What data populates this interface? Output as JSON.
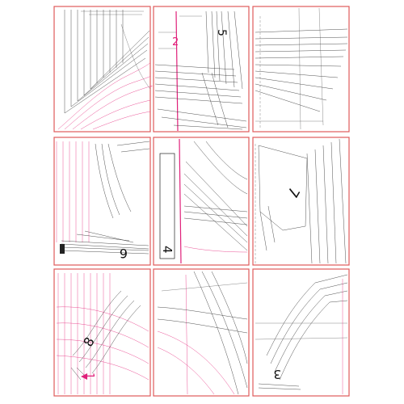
{
  "sheet": {
    "piece_numbers": [
      {
        "id": "piece-2",
        "label": "2",
        "color": "#e0207a"
      },
      {
        "id": "piece-5",
        "label": "5",
        "color": "#111111"
      },
      {
        "id": "piece-7",
        "label": "7",
        "color": "#111111"
      },
      {
        "id": "piece-4",
        "label": "4",
        "color": "#111111"
      },
      {
        "id": "piece-6",
        "label": "6",
        "color": "#111111"
      },
      {
        "id": "piece-8",
        "label": "8",
        "color": "#111111"
      },
      {
        "id": "piece-1",
        "label": "1",
        "color": "#e0207a"
      },
      {
        "id": "piece-3",
        "label": "3",
        "color": "#111111"
      }
    ],
    "frame_color": "#e05a5a",
    "line_colors": {
      "black": "#3c3c3c",
      "magenta": "#e8408a"
    }
  }
}
